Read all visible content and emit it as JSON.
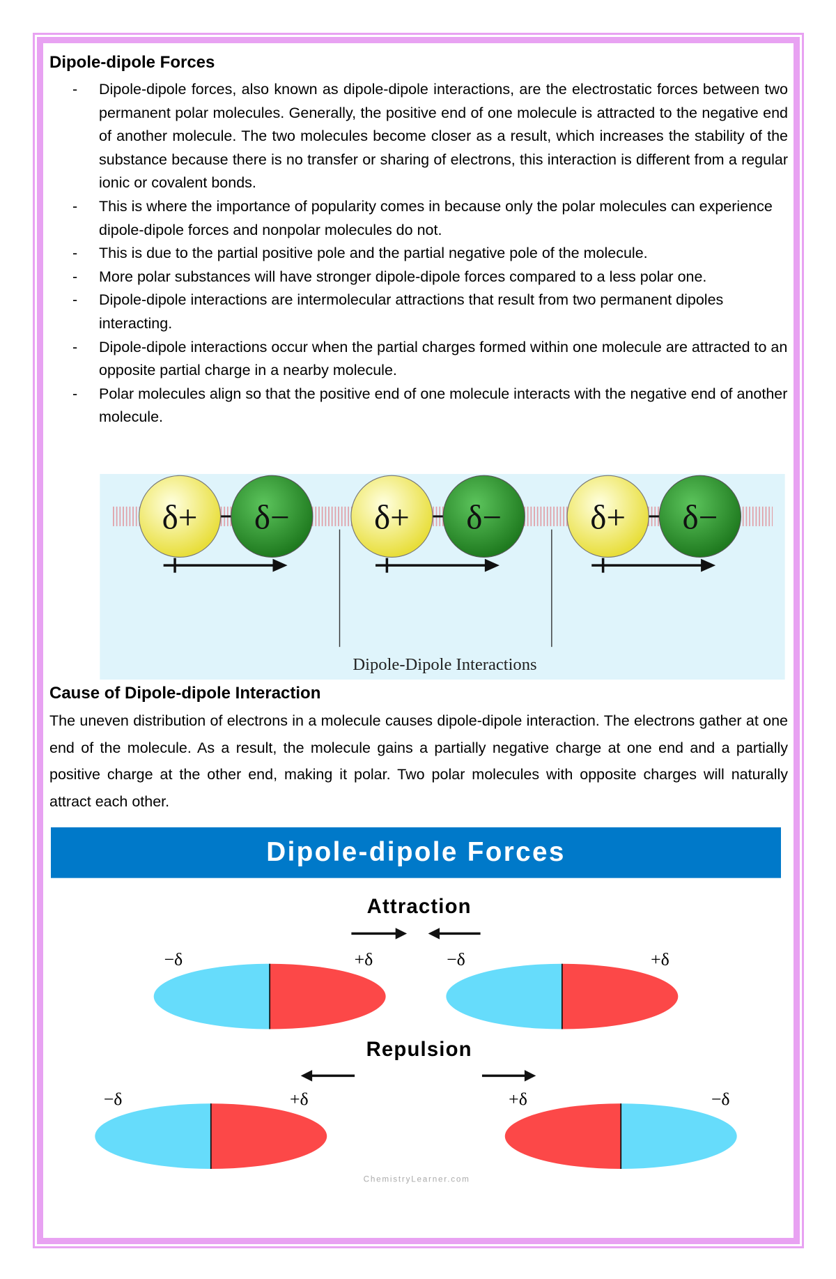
{
  "section1": {
    "title": "Dipole-dipole Forces",
    "bullets": [
      "Dipole-dipole forces, also known as dipole-dipole interactions, are the electrostatic forces between two permanent polar molecules. Generally, the positive end of one molecule is attracted to the negative end of another molecule. The two molecules become closer as a result, which increases the stability of the substance because there is no transfer or sharing of electrons, this interaction is different from a regular ionic or covalent bonds.",
      "This is where the importance of popularity comes in because only the polar molecules can experience dipole-dipole forces and nonpolar molecules do not.",
      "This is due to the partial positive pole and the partial negative pole of the molecule.",
      "More polar substances will have stronger dipole-dipole forces compared to a less polar one.",
      "Dipole-dipole interactions are intermolecular attractions that result from two permanent dipoles interacting.",
      "Dipole-dipole interactions occur when the partial charges formed within one molecule are attracted to an opposite partial charge in a nearby molecule.",
      "Polar molecules align so that the positive end of one molecule interacts with the negative end of another molecule."
    ],
    "dash": "-"
  },
  "figure1": {
    "caption": "Dipole-Dipole Interactions",
    "positive": "δ+",
    "negative": "δ−",
    "colors": {
      "background": "#dff4fb",
      "positive": "#f2ec5a",
      "negative": "#2f9a2f",
      "hatch": "#e0a0a8"
    }
  },
  "section2": {
    "title": "Cause of Dipole-dipole Interaction",
    "paragraph": "The uneven distribution of electrons in a molecule causes dipole-dipole interaction. The electrons gather at one end of the molecule.  As a result, the molecule gains a partially negative charge at one end and a partially positive charge at the other end, making it polar. Two polar molecules with opposite charges will naturally attract each other."
  },
  "figure2": {
    "banner": "Dipole-dipole Forces",
    "attraction": "Attraction",
    "repulsion": "Repulsion",
    "neg": "−δ",
    "pos": "+δ",
    "watermark": "ChemistryLearner.com",
    "colors": {
      "banner": "#0079c9",
      "negative": "#66dcfb",
      "positive": "#fc4848"
    }
  },
  "border_color": "#e8a2f2"
}
